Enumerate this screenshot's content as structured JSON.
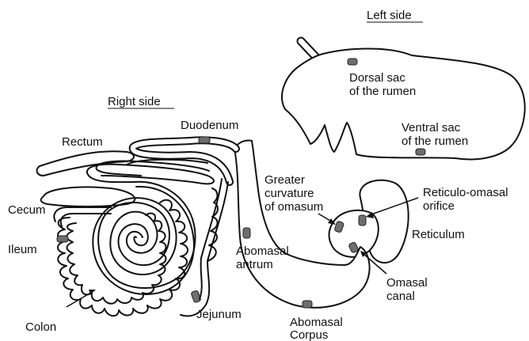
{
  "headings": {
    "left_side": "Left side",
    "right_side": "Right side"
  },
  "labels": {
    "dorsal_sac_1": "Dorsal sac",
    "dorsal_sac_2": "of the rumen",
    "ventral_sac_1": "Ventral sac",
    "ventral_sac_2": "of the rumen",
    "duodenum": "Duodenum",
    "rectum": "Rectum",
    "cecum": "Cecum",
    "ileum": "Ileum",
    "colon": "Colon",
    "jejunum": "Jejunum",
    "greater_curvature_1": "Greater",
    "greater_curvature_2": "curvature",
    "greater_curvature_3": "of omasum",
    "reticulo_omasal_1": "Reticulo-omasal",
    "reticulo_omasal_2": "orifice",
    "reticulum": "Reticulum",
    "abomasal_antrum_1": "Abomasal",
    "abomasal_antrum_2": "antrum",
    "omasal_canal_1": "Omasal",
    "omasal_canal_2": "canal",
    "abomasal_corpus_1": "Abomasal",
    "abomasal_corpus_2": "Corpus"
  },
  "colors": {
    "outline": "#111111",
    "sampling_site_marker": "#6e6e6e",
    "background": "#ffffff"
  }
}
